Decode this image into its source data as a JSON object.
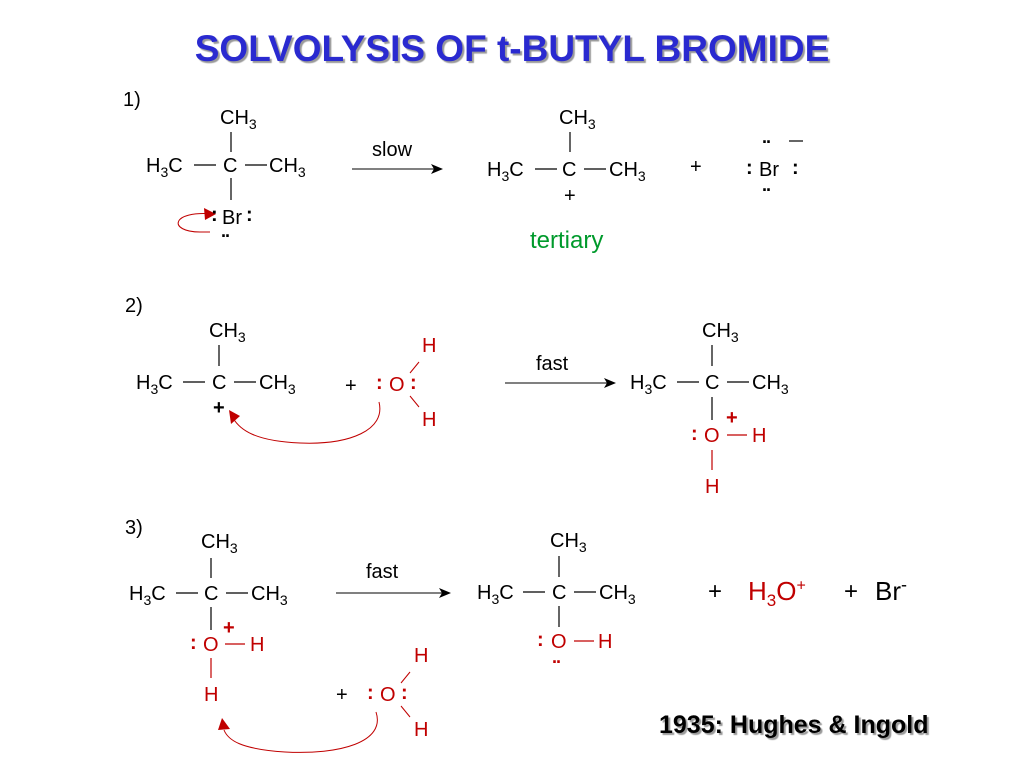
{
  "slide": {
    "title": "SOLVOLYSIS OF t-BUTYL BROMIDE",
    "credit": "1935:  Hughes & Ingold",
    "colors": {
      "title": "#2a2ad0",
      "red": "#c00000",
      "green": "#009a2c",
      "black": "#000000"
    }
  },
  "steps": [
    {
      "number": "1)",
      "arrow_label": "slow",
      "reactant": {
        "top": "CH",
        "top_sub": "3",
        "left": "H",
        "left_sub": "3",
        "left_tail": "C",
        "center": "C",
        "right": "CH",
        "right_sub": "3",
        "leaving_group": "Br",
        "lone_pair": ":"
      },
      "product": {
        "top": "CH",
        "top_sub": "3",
        "left": "H",
        "left_sub": "3",
        "left_tail": "C",
        "center": "C",
        "right": "CH",
        "right_sub": "3",
        "charge": "+",
        "classification": "tertiary"
      },
      "byproduct": {
        "plus": "+",
        "ion": "Br",
        "lone_pair": ":",
        "charge": "–",
        "dots": ".."
      }
    },
    {
      "number": "2)",
      "arrow_label": "fast",
      "reactant": {
        "top": "CH",
        "top_sub": "3",
        "left": "H",
        "left_sub": "3",
        "left_tail": "C",
        "center": "C",
        "right": "CH",
        "right_sub": "3",
        "charge": "+"
      },
      "nucleophile": {
        "plus": "+",
        "atom": "O",
        "h_top": "H",
        "h_bottom": "H",
        "lone_pair": ":"
      },
      "product": {
        "top": "CH",
        "top_sub": "3",
        "left": "H",
        "left_sub": "3",
        "left_tail": "C",
        "center": "C",
        "right": "CH",
        "right_sub": "3",
        "oxygen": "O",
        "o_h_right": "H",
        "o_h_bottom": "H",
        "charge": "+",
        "lone_pair": ":"
      }
    },
    {
      "number": "3)",
      "arrow_label": "fast",
      "reactant": {
        "top": "CH",
        "top_sub": "3",
        "left": "H",
        "left_sub": "3",
        "left_tail": "C",
        "center": "C",
        "right": "CH",
        "right_sub": "3",
        "oxygen": "O",
        "o_h_right": "H",
        "o_h_bottom": "H",
        "charge": "+",
        "lone_pair": ":"
      },
      "base": {
        "plus": "+",
        "atom": "O",
        "h_top": "H",
        "h_bottom": "H",
        "lone_pair": ":"
      },
      "product": {
        "top": "CH",
        "top_sub": "3",
        "left": "H",
        "left_sub": "3",
        "left_tail": "C",
        "center": "C",
        "right": "CH",
        "right_sub": "3",
        "oxygen": "O",
        "o_h_right": "H",
        "lone_pair": ":",
        "dots": ".."
      },
      "byproducts": {
        "plus1": "+",
        "hydronium": "H",
        "hydronium_sub": "3",
        "hydronium_tail": "O",
        "hydronium_charge": "+",
        "plus2": "+",
        "bromide": "Br",
        "bromide_charge": "-"
      }
    }
  ]
}
